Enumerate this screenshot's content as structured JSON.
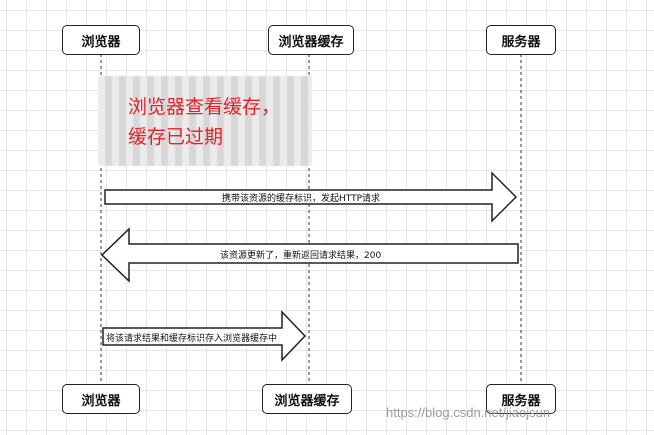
{
  "participants": {
    "browser": "浏览器",
    "cache": "浏览器缓存",
    "server": "服务器"
  },
  "note": {
    "line1": "浏览器查看缓存，",
    "line2": "缓存已过期"
  },
  "messages": {
    "request": "携带该资源的缓存标识，发起HTTP请求",
    "response": "该资源更新了，重新返回请求结果，200",
    "store": "将该请求结果和缓存标识存入浏览器缓存中"
  },
  "watermark": "https://blog.csdn.net/jiaojsun"
}
